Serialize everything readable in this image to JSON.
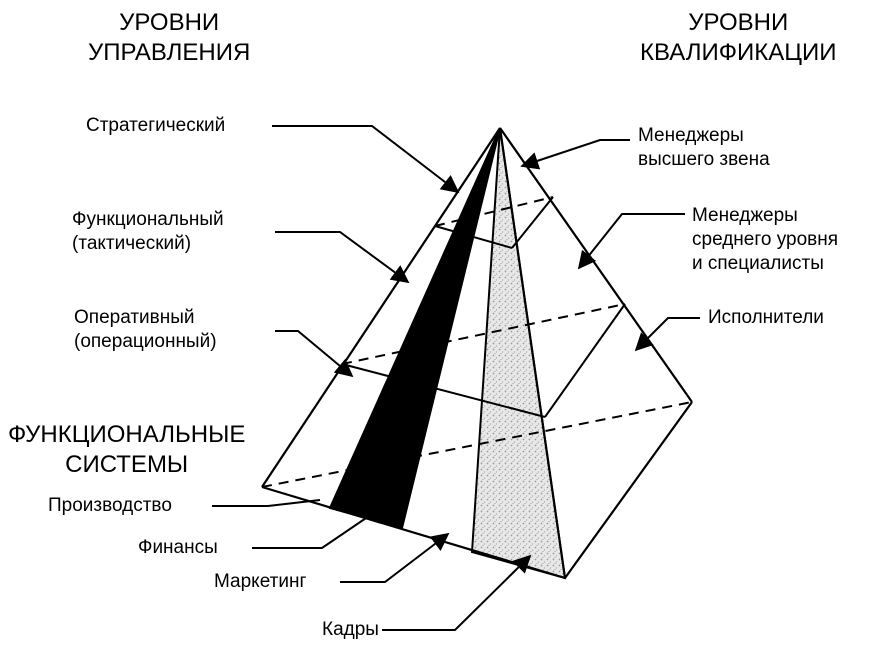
{
  "headers": {
    "management_levels": [
      "УРОВНИ",
      "УПРАВЛЕНИЯ"
    ],
    "qualification_levels": [
      "УРОВНИ",
      "КВАЛИФИКАЦИИ"
    ],
    "functional_systems": [
      "ФУНКЦИОНАЛЬНЫЕ",
      "СИСТЕМЫ"
    ]
  },
  "management_levels": {
    "strategic": "Стратегический",
    "functional": [
      "Функциональный",
      "(тактический)"
    ],
    "operative": [
      "Оперативный",
      "(операционный)"
    ]
  },
  "qualification_levels": {
    "top_managers": [
      "Менеджеры",
      "высшего звена"
    ],
    "middle_managers": [
      "Менеджеры",
      "среднего уровня",
      "и специалисты"
    ],
    "executors": "Исполнители"
  },
  "functional_systems": {
    "production": "Производство",
    "finance": "Финансы",
    "marketing": "Маркетинг",
    "personnel": "Кадры"
  }
}
